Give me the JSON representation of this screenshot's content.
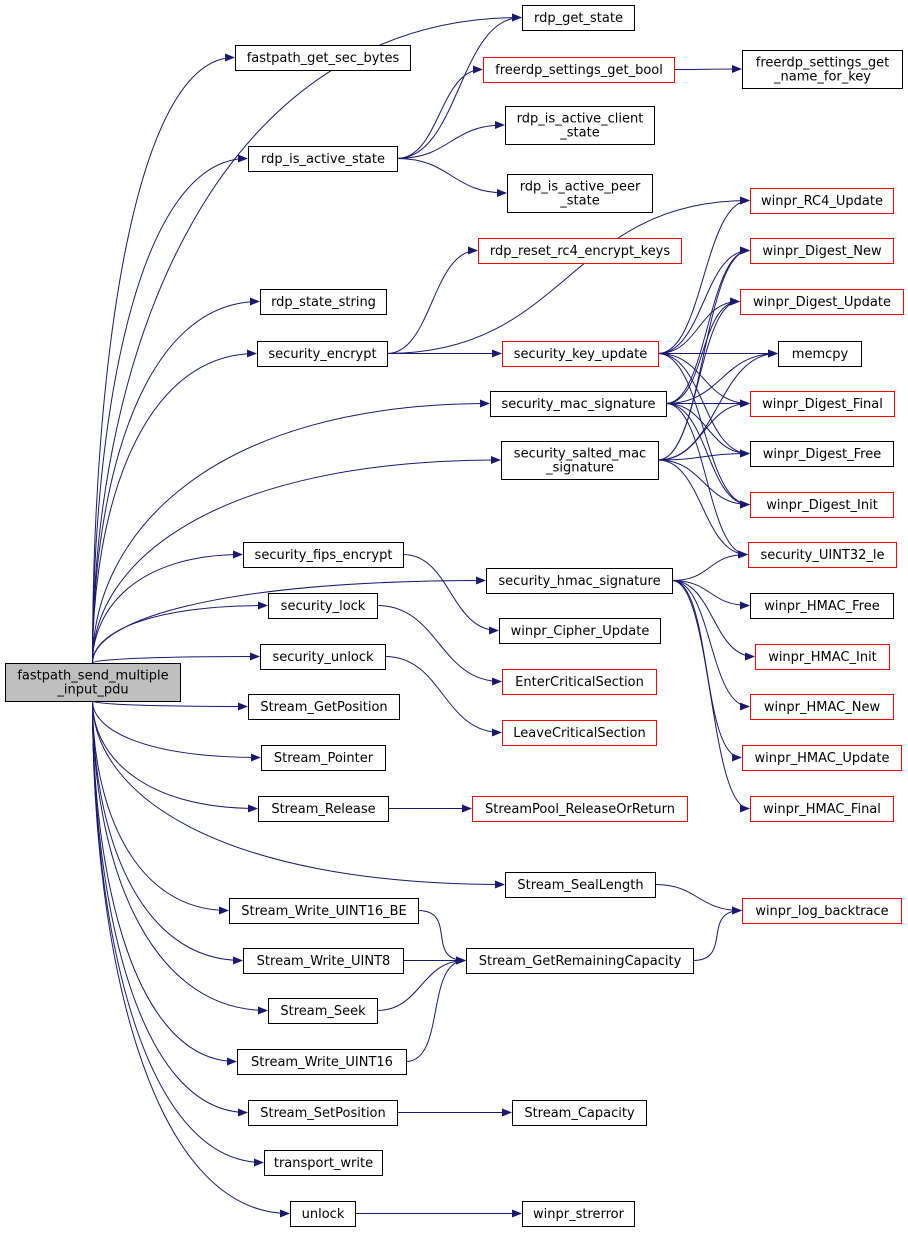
{
  "graph": {
    "root": "n_root",
    "colors": {
      "edge": "#191970",
      "root_fill": "#bfbfbf",
      "node_border": "#000000",
      "external_border": "#ff0000"
    },
    "nodes": [
      {
        "id": "n_root",
        "lines": [
          "fastpath_send_multiple",
          "_input_pdu"
        ],
        "kind": "root"
      },
      {
        "id": "n_sec_bytes",
        "lines": [
          "fastpath_get_sec_bytes"
        ],
        "kind": "normal"
      },
      {
        "id": "n_get_state",
        "lines": [
          "rdp_get_state"
        ],
        "kind": "normal"
      },
      {
        "id": "n_settings_bool",
        "lines": [
          "freerdp_settings_get_bool"
        ],
        "kind": "external"
      },
      {
        "id": "n_settings_name",
        "lines": [
          "freerdp_settings_get",
          "_name_for_key"
        ],
        "kind": "normal"
      },
      {
        "id": "n_active_state",
        "lines": [
          "rdp_is_active_state"
        ],
        "kind": "normal"
      },
      {
        "id": "n_active_client",
        "lines": [
          "rdp_is_active_client",
          "_state"
        ],
        "kind": "normal"
      },
      {
        "id": "n_active_peer",
        "lines": [
          "rdp_is_active_peer",
          "_state"
        ],
        "kind": "normal"
      },
      {
        "id": "n_rc4_update",
        "lines": [
          "winpr_RC4_Update"
        ],
        "kind": "external"
      },
      {
        "id": "n_reset_rc4",
        "lines": [
          "rdp_reset_rc4_encrypt_keys"
        ],
        "kind": "external"
      },
      {
        "id": "n_digest_new",
        "lines": [
          "winpr_Digest_New"
        ],
        "kind": "external"
      },
      {
        "id": "n_state_string",
        "lines": [
          "rdp_state_string"
        ],
        "kind": "normal"
      },
      {
        "id": "n_digest_update",
        "lines": [
          "winpr_Digest_Update"
        ],
        "kind": "external"
      },
      {
        "id": "n_sec_encrypt",
        "lines": [
          "security_encrypt"
        ],
        "kind": "normal"
      },
      {
        "id": "n_key_update",
        "lines": [
          "security_key_update"
        ],
        "kind": "external"
      },
      {
        "id": "n_memcpy",
        "lines": [
          "memcpy"
        ],
        "kind": "normal"
      },
      {
        "id": "n_mac_sig",
        "lines": [
          "security_mac_signature"
        ],
        "kind": "normal"
      },
      {
        "id": "n_digest_final",
        "lines": [
          "winpr_Digest_Final"
        ],
        "kind": "external"
      },
      {
        "id": "n_salted_mac",
        "lines": [
          "security_salted_mac",
          "_signature"
        ],
        "kind": "normal"
      },
      {
        "id": "n_digest_free",
        "lines": [
          "winpr_Digest_Free"
        ],
        "kind": "normal"
      },
      {
        "id": "n_digest_init",
        "lines": [
          "winpr_Digest_Init"
        ],
        "kind": "external"
      },
      {
        "id": "n_fips_encrypt",
        "lines": [
          "security_fips_encrypt"
        ],
        "kind": "normal"
      },
      {
        "id": "n_uint32_le",
        "lines": [
          "security_UINT32_le"
        ],
        "kind": "external"
      },
      {
        "id": "n_hmac_sig",
        "lines": [
          "security_hmac_signature"
        ],
        "kind": "normal"
      },
      {
        "id": "n_lock",
        "lines": [
          "security_lock"
        ],
        "kind": "normal"
      },
      {
        "id": "n_cipher_update",
        "lines": [
          "winpr_Cipher_Update"
        ],
        "kind": "normal"
      },
      {
        "id": "n_hmac_free",
        "lines": [
          "winpr_HMAC_Free"
        ],
        "kind": "normal"
      },
      {
        "id": "n_unlock",
        "lines": [
          "security_unlock"
        ],
        "kind": "normal"
      },
      {
        "id": "n_hmac_init",
        "lines": [
          "winpr_HMAC_Init"
        ],
        "kind": "external"
      },
      {
        "id": "n_enter_cs",
        "lines": [
          "EnterCriticalSection"
        ],
        "kind": "external"
      },
      {
        "id": "n_get_position",
        "lines": [
          "Stream_GetPosition"
        ],
        "kind": "normal"
      },
      {
        "id": "n_hmac_new",
        "lines": [
          "winpr_HMAC_New"
        ],
        "kind": "external"
      },
      {
        "id": "n_leave_cs",
        "lines": [
          "LeaveCriticalSection"
        ],
        "kind": "external"
      },
      {
        "id": "n_pointer",
        "lines": [
          "Stream_Pointer"
        ],
        "kind": "normal"
      },
      {
        "id": "n_hmac_update",
        "lines": [
          "winpr_HMAC_Update"
        ],
        "kind": "external"
      },
      {
        "id": "n_release",
        "lines": [
          "Stream_Release"
        ],
        "kind": "normal"
      },
      {
        "id": "n_pool_release",
        "lines": [
          "StreamPool_ReleaseOrReturn"
        ],
        "kind": "external"
      },
      {
        "id": "n_hmac_final",
        "lines": [
          "winpr_HMAC_Final"
        ],
        "kind": "external"
      },
      {
        "id": "n_seal_length",
        "lines": [
          "Stream_SealLength"
        ],
        "kind": "normal"
      },
      {
        "id": "n_write_u16be",
        "lines": [
          "Stream_Write_UINT16_BE"
        ],
        "kind": "normal"
      },
      {
        "id": "n_log_backtrace",
        "lines": [
          "winpr_log_backtrace"
        ],
        "kind": "external"
      },
      {
        "id": "n_write_u8",
        "lines": [
          "Stream_Write_UINT8"
        ],
        "kind": "normal"
      },
      {
        "id": "n_remaining_cap",
        "lines": [
          "Stream_GetRemainingCapacity"
        ],
        "kind": "normal"
      },
      {
        "id": "n_seek",
        "lines": [
          "Stream_Seek"
        ],
        "kind": "normal"
      },
      {
        "id": "n_write_u16",
        "lines": [
          "Stream_Write_UINT16"
        ],
        "kind": "normal"
      },
      {
        "id": "n_set_position",
        "lines": [
          "Stream_SetPosition"
        ],
        "kind": "normal"
      },
      {
        "id": "n_capacity",
        "lines": [
          "Stream_Capacity"
        ],
        "kind": "normal"
      },
      {
        "id": "n_transport_write",
        "lines": [
          "transport_write"
        ],
        "kind": "normal"
      },
      {
        "id": "n_unlock2",
        "lines": [
          "unlock"
        ],
        "kind": "normal"
      },
      {
        "id": "n_strerror",
        "lines": [
          "winpr_strerror"
        ],
        "kind": "normal"
      }
    ],
    "edges": [
      [
        "n_root",
        "n_sec_bytes"
      ],
      [
        "n_root",
        "n_get_state"
      ],
      [
        "n_root",
        "n_active_state"
      ],
      [
        "n_root",
        "n_state_string"
      ],
      [
        "n_root",
        "n_sec_encrypt"
      ],
      [
        "n_root",
        "n_mac_sig"
      ],
      [
        "n_root",
        "n_salted_mac"
      ],
      [
        "n_root",
        "n_fips_encrypt"
      ],
      [
        "n_root",
        "n_hmac_sig"
      ],
      [
        "n_root",
        "n_lock"
      ],
      [
        "n_root",
        "n_unlock"
      ],
      [
        "n_root",
        "n_get_position"
      ],
      [
        "n_root",
        "n_pointer"
      ],
      [
        "n_root",
        "n_release"
      ],
      [
        "n_root",
        "n_seal_length"
      ],
      [
        "n_root",
        "n_write_u16be"
      ],
      [
        "n_root",
        "n_write_u8"
      ],
      [
        "n_root",
        "n_seek"
      ],
      [
        "n_root",
        "n_write_u16"
      ],
      [
        "n_root",
        "n_set_position"
      ],
      [
        "n_root",
        "n_transport_write"
      ],
      [
        "n_root",
        "n_unlock2"
      ],
      [
        "n_active_state",
        "n_get_state"
      ],
      [
        "n_active_state",
        "n_settings_bool"
      ],
      [
        "n_active_state",
        "n_active_client"
      ],
      [
        "n_active_state",
        "n_active_peer"
      ],
      [
        "n_settings_bool",
        "n_settings_name"
      ],
      [
        "n_sec_encrypt",
        "n_reset_rc4"
      ],
      [
        "n_sec_encrypt",
        "n_rc4_update"
      ],
      [
        "n_sec_encrypt",
        "n_key_update"
      ],
      [
        "n_key_update",
        "n_rc4_update"
      ],
      [
        "n_key_update",
        "n_digest_new"
      ],
      [
        "n_key_update",
        "n_digest_update"
      ],
      [
        "n_key_update",
        "n_memcpy"
      ],
      [
        "n_key_update",
        "n_digest_final"
      ],
      [
        "n_key_update",
        "n_digest_free"
      ],
      [
        "n_key_update",
        "n_digest_init"
      ],
      [
        "n_mac_sig",
        "n_digest_new"
      ],
      [
        "n_mac_sig",
        "n_digest_update"
      ],
      [
        "n_mac_sig",
        "n_memcpy"
      ],
      [
        "n_mac_sig",
        "n_digest_final"
      ],
      [
        "n_mac_sig",
        "n_digest_free"
      ],
      [
        "n_mac_sig",
        "n_digest_init"
      ],
      [
        "n_mac_sig",
        "n_uint32_le"
      ],
      [
        "n_salted_mac",
        "n_digest_new"
      ],
      [
        "n_salted_mac",
        "n_digest_update"
      ],
      [
        "n_salted_mac",
        "n_memcpy"
      ],
      [
        "n_salted_mac",
        "n_digest_final"
      ],
      [
        "n_salted_mac",
        "n_digest_free"
      ],
      [
        "n_salted_mac",
        "n_digest_init"
      ],
      [
        "n_salted_mac",
        "n_uint32_le"
      ],
      [
        "n_fips_encrypt",
        "n_cipher_update"
      ],
      [
        "n_hmac_sig",
        "n_uint32_le"
      ],
      [
        "n_hmac_sig",
        "n_hmac_free"
      ],
      [
        "n_hmac_sig",
        "n_hmac_init"
      ],
      [
        "n_hmac_sig",
        "n_hmac_new"
      ],
      [
        "n_hmac_sig",
        "n_hmac_update"
      ],
      [
        "n_hmac_sig",
        "n_hmac_final"
      ],
      [
        "n_lock",
        "n_enter_cs"
      ],
      [
        "n_unlock",
        "n_leave_cs"
      ],
      [
        "n_release",
        "n_pool_release"
      ],
      [
        "n_seal_length",
        "n_log_backtrace"
      ],
      [
        "n_write_u16be",
        "n_remaining_cap"
      ],
      [
        "n_write_u8",
        "n_remaining_cap"
      ],
      [
        "n_seek",
        "n_remaining_cap"
      ],
      [
        "n_write_u16",
        "n_remaining_cap"
      ],
      [
        "n_remaining_cap",
        "n_log_backtrace"
      ],
      [
        "n_set_position",
        "n_capacity"
      ],
      [
        "n_unlock2",
        "n_strerror"
      ]
    ]
  }
}
